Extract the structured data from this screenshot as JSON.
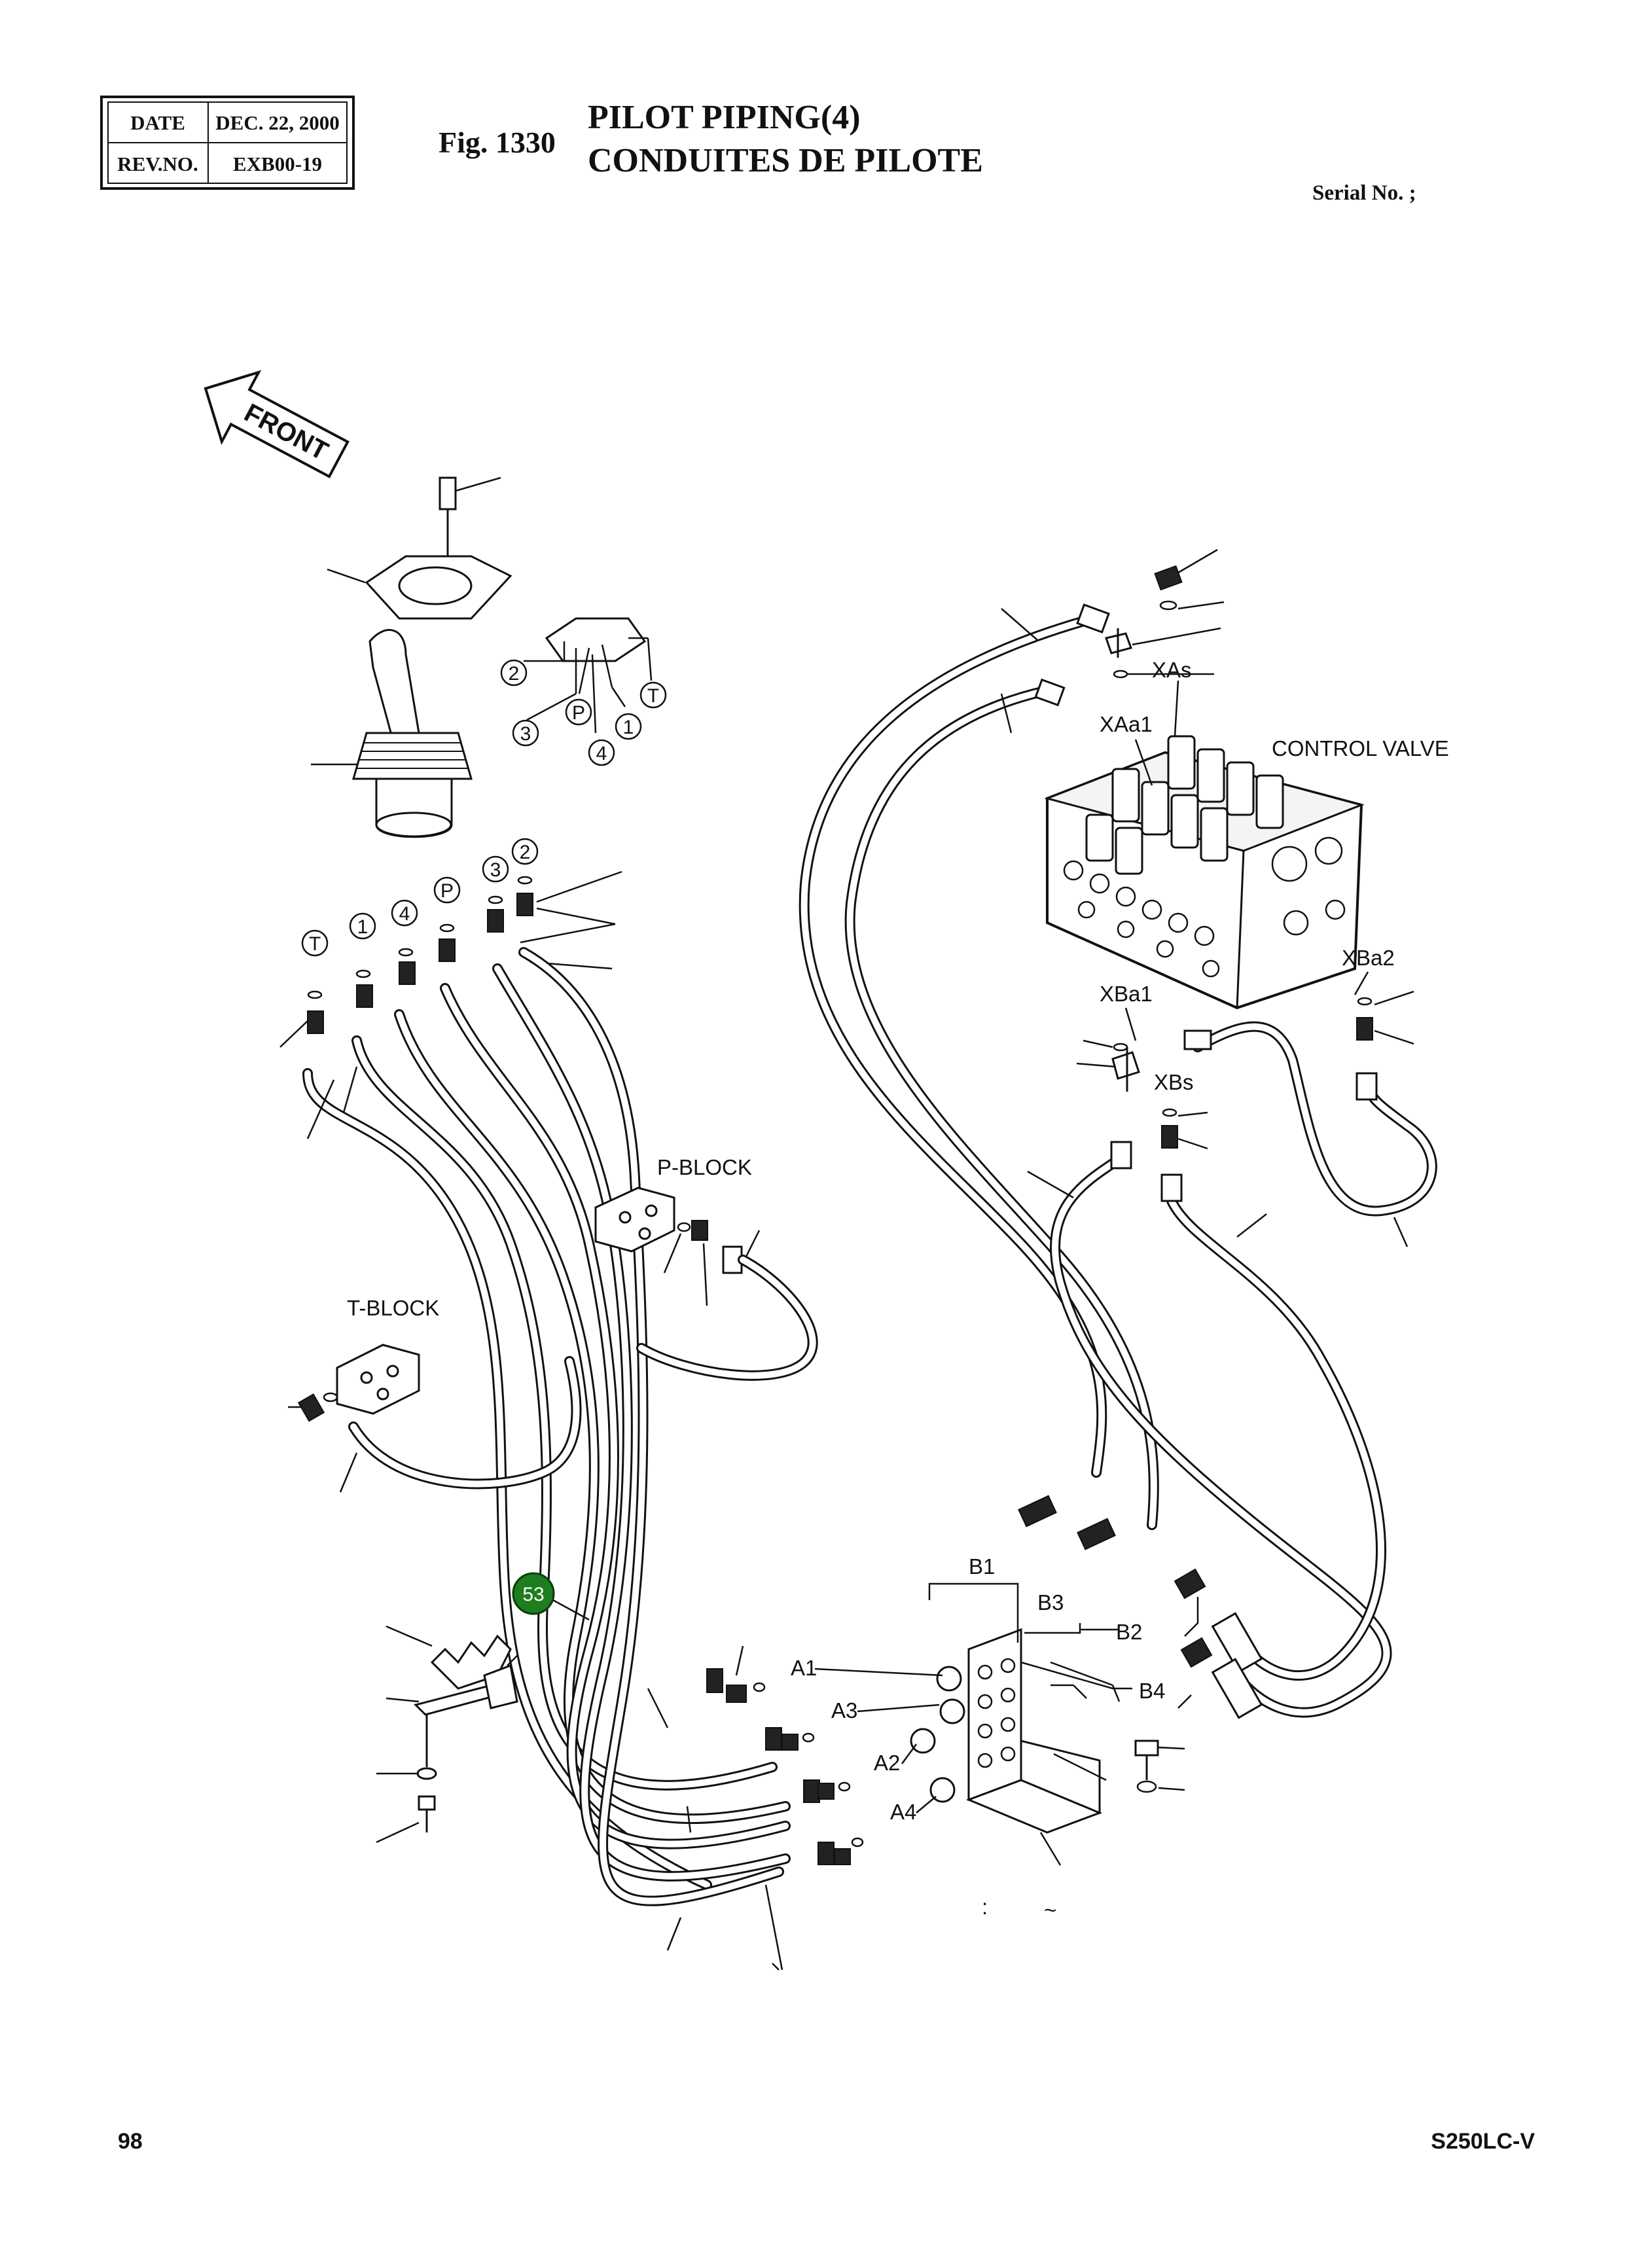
{
  "title_block": {
    "date_label": "DATE",
    "date_value": "DEC. 22, 2000",
    "rev_label": "REV.NO.",
    "rev_value": "EXB00-19"
  },
  "figure": {
    "number": "Fig. 1330",
    "title_en": "PILOT PIPING(4)",
    "title_fr": "CONDUITES DE PILOTE",
    "serial": "Serial No. ;"
  },
  "labels": {
    "front": "FRONT",
    "control_valve": "CONTROL VALVE",
    "p_block": "P-BLOCK",
    "t_block": "T-BLOCK",
    "xas": "XAs",
    "xaa1": "XAa1",
    "xba1": "XBa1",
    "xba2": "XBa2",
    "xbs": "XBs",
    "a1": "A1",
    "a2": "A2",
    "a3": "A3",
    "a4": "A4",
    "b1": "B1",
    "b2": "B2",
    "b3": "B3",
    "b4": "B4",
    "colon_mark": ":",
    "tilde_mark": "~"
  },
  "port_callouts": {
    "upper": [
      "2",
      "P",
      "1",
      "T",
      "3",
      "4"
    ],
    "lower": [
      "T",
      "1",
      "4",
      "P",
      "3",
      "2"
    ]
  },
  "item_marker": {
    "label": "53",
    "color": "#1e7d1e"
  },
  "footer": {
    "page": "98",
    "model": "S250LC-V"
  }
}
